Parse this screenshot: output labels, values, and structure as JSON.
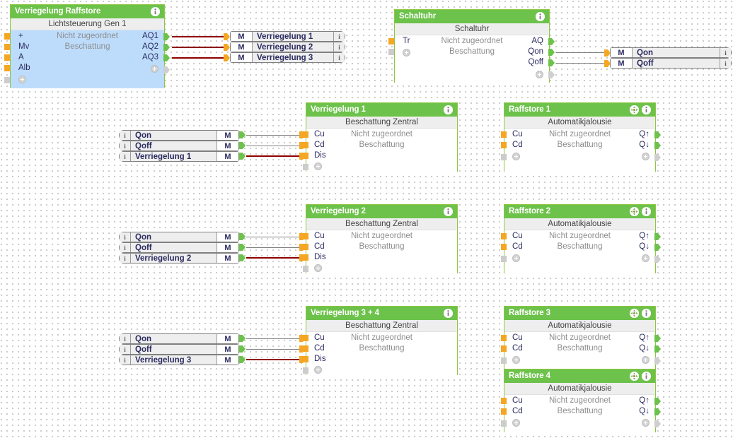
{
  "app": {
    "canvas_name": "function-block-diagram"
  },
  "blocks": [
    {
      "id": "verriegelung-raffstore",
      "title": "Verriegelung Raffstore",
      "subtitle": "Lichtsteuerung Gen 1",
      "center_lines": [
        "Nicht zugeordnet",
        "Beschattung"
      ],
      "inputs": [
        "+",
        "Mv",
        "A",
        "Alb"
      ],
      "outputs": [
        "AQ1",
        "AQ2",
        "AQ3"
      ],
      "header_icons": [
        "info-icon"
      ]
    },
    {
      "id": "schaltuhr",
      "title": "Schaltuhr",
      "subtitle": "Schaltuhr",
      "center_lines": [
        "Nicht zugeordnet",
        "Beschattung"
      ],
      "inputs": [
        "Tr"
      ],
      "outputs": [
        "AQ",
        "Qon",
        "Qoff"
      ],
      "header_icons": [
        "info-icon"
      ]
    },
    {
      "id": "verriegelung-1",
      "title": "Verriegelung 1",
      "subtitle": "Beschattung Zentral",
      "center_lines": [
        "Nicht zugeordnet",
        "Beschattung"
      ],
      "inputs": [
        "Cu",
        "Cd",
        "Dis"
      ],
      "outputs": [],
      "header_icons": [
        "info-icon"
      ]
    },
    {
      "id": "verriegelung-2",
      "title": "Verriegelung 2",
      "subtitle": "Beschattung Zentral",
      "center_lines": [
        "Nicht zugeordnet",
        "Beschattung"
      ],
      "inputs": [
        "Cu",
        "Cd",
        "Dis"
      ],
      "outputs": [],
      "header_icons": [
        "info-icon"
      ]
    },
    {
      "id": "verriegelung-3-4",
      "title": "Verriegelung 3 + 4",
      "subtitle": "Beschattung Zentral",
      "center_lines": [
        "Nicht zugeordnet",
        "Beschattung"
      ],
      "inputs": [
        "Cu",
        "Cd",
        "Dis"
      ],
      "outputs": [],
      "header_icons": [
        "info-icon"
      ]
    },
    {
      "id": "raffstore-1",
      "title": "Raffstore 1",
      "subtitle": "Automatikjalousie",
      "center_lines": [
        "Nicht zugeordnet",
        "Beschattung"
      ],
      "inputs": [
        "Cu",
        "Cd"
      ],
      "outputs": [
        "Q↑",
        "Q↓"
      ],
      "header_icons": [
        "move-icon",
        "info-icon"
      ]
    },
    {
      "id": "raffstore-2",
      "title": "Raffstore 2",
      "subtitle": "Automatikjalousie",
      "center_lines": [
        "Nicht zugeordnet",
        "Beschattung"
      ],
      "inputs": [
        "Cu",
        "Cd"
      ],
      "outputs": [
        "Q↑",
        "Q↓"
      ],
      "header_icons": [
        "move-icon",
        "info-icon"
      ]
    },
    {
      "id": "raffstore-3",
      "title": "Raffstore 3",
      "subtitle": "Automatikjalousie",
      "center_lines": [
        "Nicht zugeordnet",
        "Beschattung"
      ],
      "inputs": [
        "Cu",
        "Cd"
      ],
      "outputs": [
        "Q↑",
        "Q↓"
      ],
      "header_icons": [
        "move-icon",
        "info-icon"
      ]
    },
    {
      "id": "raffstore-4",
      "title": "Raffstore 4",
      "subtitle": "Automatikjalousie",
      "center_lines": [
        "Nicht zugeordnet",
        "Beschattung"
      ],
      "inputs": [
        "Cu",
        "Cd"
      ],
      "outputs": [
        "Q↑",
        "Q↓"
      ],
      "header_icons": [
        "move-icon",
        "info-icon"
      ]
    }
  ],
  "tags": {
    "memory_label": "M",
    "info_label": "i",
    "out_group_1": [
      "Verriegelung 1",
      "Verriegelung 2",
      "Verriegelung 3"
    ],
    "out_group_2": [
      "Qon",
      "Qoff"
    ],
    "in_group_1": [
      "Qon",
      "Qoff",
      "Verriegelung 1"
    ],
    "in_group_2": [
      "Qon",
      "Qoff",
      "Verriegelung 2"
    ],
    "in_group_3": [
      "Qon",
      "Qoff",
      "Verriegelung 3"
    ]
  },
  "colors": {
    "header_green": "#6cc24a",
    "body_blue": "#bddcfc",
    "wire_red": "#8e0000",
    "wire_gray": "#808080",
    "connector_orange": "#f5a623",
    "connector_green": "#6cc24a"
  }
}
